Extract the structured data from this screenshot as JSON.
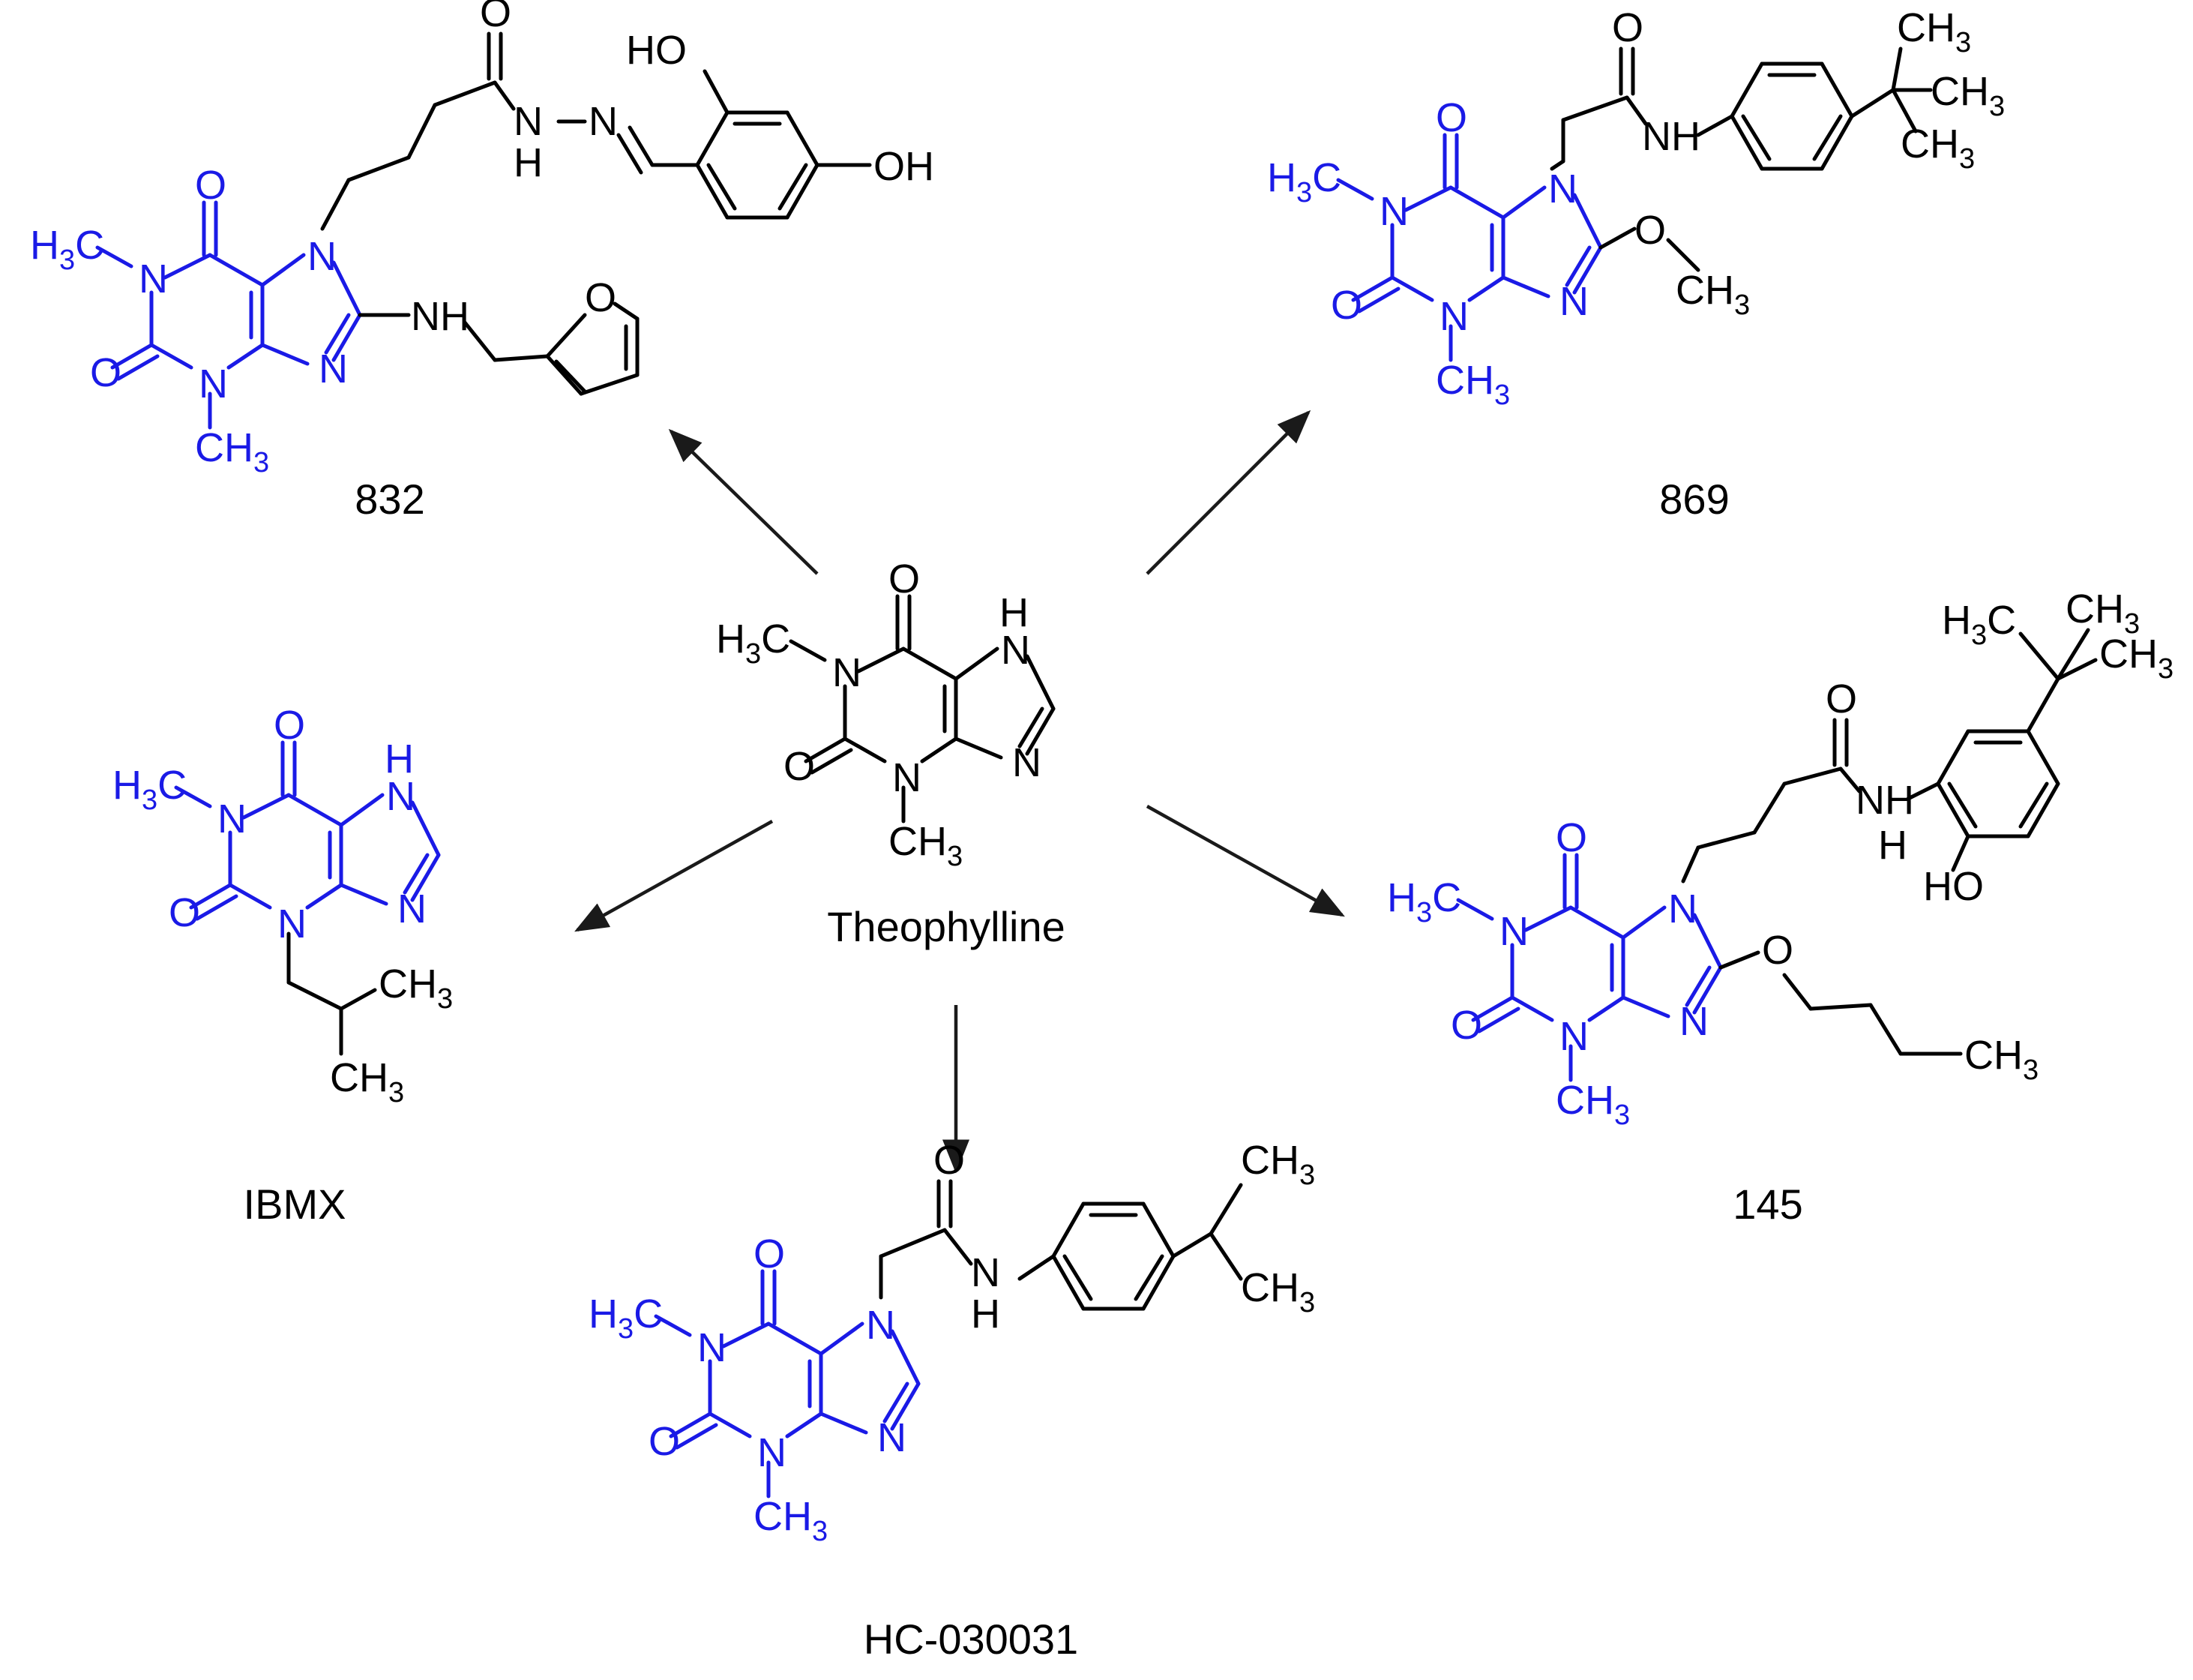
{
  "colors": {
    "core": "#1a1ae6",
    "substituent": "#000000",
    "arrow": "#1a1a1a"
  },
  "center": {
    "caption": "Theophylline"
  },
  "compounds": [
    {
      "key": "c832",
      "caption": "832"
    },
    {
      "key": "c869",
      "caption": "869"
    },
    {
      "key": "ibmx",
      "caption": "IBMX"
    },
    {
      "key": "c145",
      "caption": "145"
    },
    {
      "key": "hc",
      "caption": "HC-030031"
    }
  ]
}
